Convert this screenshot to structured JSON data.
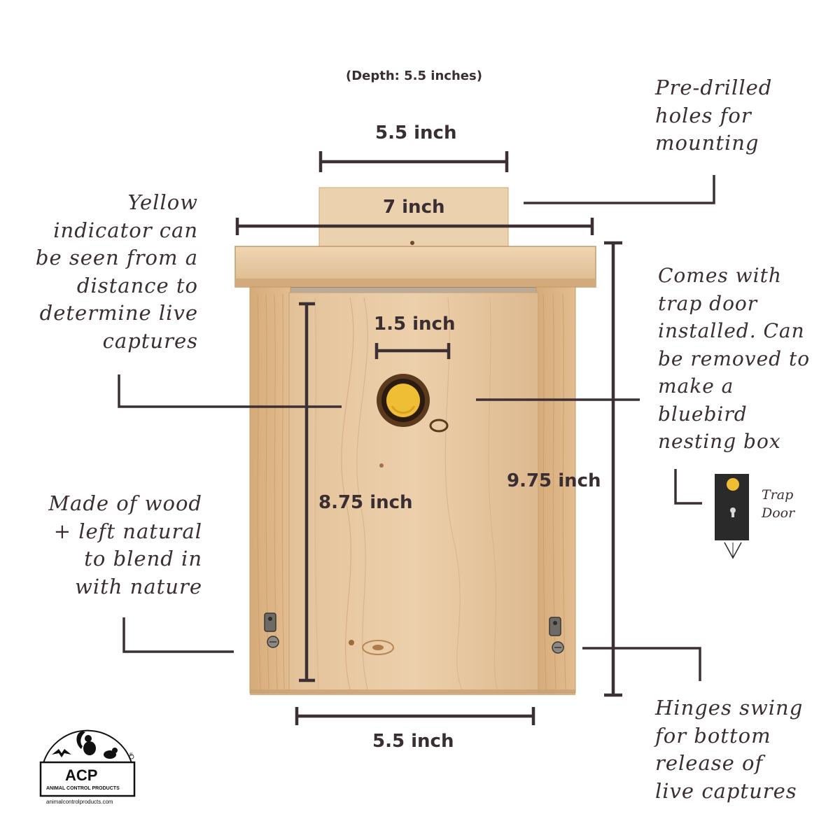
{
  "colors": {
    "ink": "#3d3035",
    "wood_light": "#e7c7a0",
    "wood_mid": "#d9b184",
    "wood_dark": "#b98a5c",
    "indicator_yellow": "#f0be35"
  },
  "dimensions": {
    "depth": "(Depth: 5.5 inches)",
    "top_width": "5.5 inch",
    "roof_width": "7 inch",
    "hole_diameter": "1.5 inch",
    "door_height": "8.75 inch",
    "total_height": "9.75 inch",
    "bottom_width": "5.5 inch"
  },
  "notes": {
    "mounting": "Pre-drilled\nholes for\nmounting",
    "indicator": "Yellow\nindicator can\nbe seen from a\ndistance to\ndetermine live\ncaptures",
    "trap_door": "Comes with\ntrap door\ninstalled. Can\nbe removed to\nmake a\nbluebird\nnesting box",
    "material": "Made of wood\n+ left natural\nto blend in\nwith nature",
    "hinges": "Hinges swing\nfor bottom\nrelease of\nlive captures",
    "trap_door_label": "Trap\nDoor"
  },
  "logo": {
    "name": "ACP",
    "subtitle": "ANIMAL CONTROL PRODUCTS",
    "url": "animalcontrolproducts.com",
    "mark": "®"
  },
  "icons": [
    "squirrel-icon",
    "bat-icon",
    "raccoon-icon",
    "hinge-icon",
    "screw-icon"
  ]
}
